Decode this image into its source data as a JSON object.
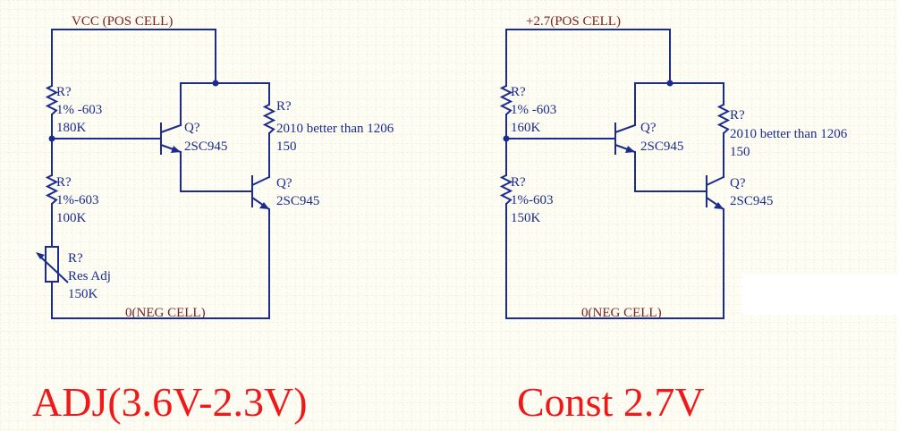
{
  "left": {
    "net_top": "VCC (POS  CELL)",
    "net_bottom": "0(NEG CELL)",
    "r1": {
      "des": "R?",
      "tol": "1% -603",
      "val": "180K"
    },
    "r2": {
      "des": "R?",
      "tol": "1%-603",
      "val": "100K"
    },
    "radj": {
      "des": "R?",
      "type": "Res Adj",
      "val": "150K"
    },
    "r3": {
      "des": "R?",
      "note": "2010 better than 1206",
      "val": "150"
    },
    "q1": {
      "des": "Q?",
      "part": "2SC945"
    },
    "q2": {
      "des": "Q?",
      "part": "2SC945"
    },
    "caption": "ADJ(3.6V-2.3V)"
  },
  "right": {
    "net_top": "+2.7(POS  CELL)",
    "net_bottom": "0(NEG CELL)",
    "r1": {
      "des": "R?",
      "tol": "1% -603",
      "val": "160K"
    },
    "r2": {
      "des": "R?",
      "tol": "1%-603",
      "val": "150K"
    },
    "r3": {
      "des": "R?",
      "note": "2010 better than 1206",
      "val": "150"
    },
    "q1": {
      "des": "Q?",
      "part": "2SC945"
    },
    "q2": {
      "des": "Q?",
      "part": "2SC945"
    },
    "caption": "Const 2.7V"
  },
  "colors": {
    "wire": "#1c2b8e",
    "caption": "#f01818",
    "net_label": "#7a1e1e",
    "background": "#fdfdf3",
    "grid": "#ece4d2"
  }
}
